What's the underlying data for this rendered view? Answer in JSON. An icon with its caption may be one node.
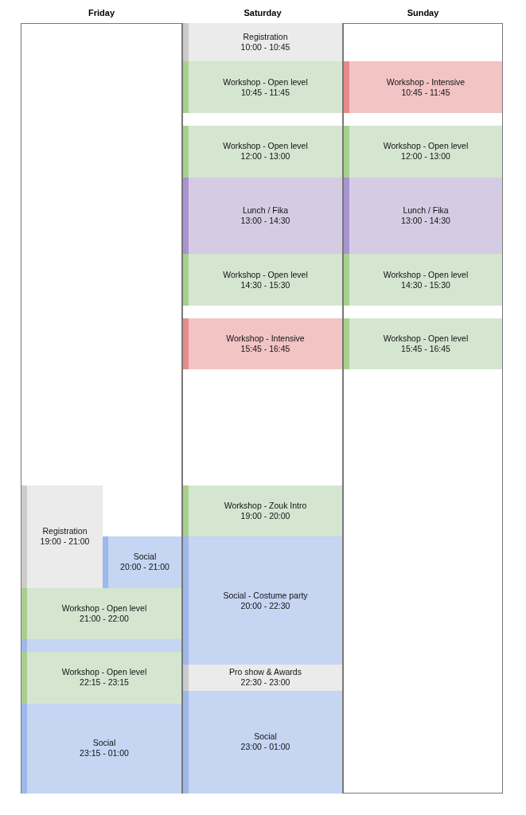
{
  "diagram": {
    "nodes": [
      {
        "text": [
          "Friday"
        ]
      },
      {
        "text": [
          "Registration",
          "19:00 - 21:00"
        ],
        "in": 0
      },
      {
        "text": [
          "Social",
          "20:00 - 21:00"
        ],
        "in": 0
      },
      {
        "text": [
          "Workshop - Open level",
          "21:00 - 22:00"
        ],
        "in": 0
      },
      {
        "text": [],
        "shape": "box",
        "in": 0
      },
      {
        "text": [
          "Workshop - Open level",
          "22:15 - 23:15"
        ],
        "in": 0
      },
      {
        "text": [
          "Social",
          "23:15 - 01:00"
        ],
        "in": 0
      },
      {
        "text": [
          "Saturday"
        ]
      },
      {
        "text": [
          "Registration",
          "10:00 - 10:45"
        ],
        "in": 7
      },
      {
        "text": [
          "Workshop - Open level",
          "10:45 - 11:45"
        ],
        "in": 7
      },
      {
        "text": [
          "Workshop - Open level",
          "12:00 - 13:00"
        ],
        "in": 7
      },
      {
        "text": [
          "Lunch / Fika",
          "13:00 - 14:30"
        ],
        "in": 7
      },
      {
        "text": [
          "Workshop - Open level",
          "14:30 - 15:30"
        ],
        "in": 7
      },
      {
        "text": [
          "Workshop - Intensive",
          "15:45 - 16:45"
        ],
        "in": 7
      },
      {
        "text": [
          "Workshop - Zouk Intro",
          "19:00 - 20:00"
        ],
        "in": 7
      },
      {
        "text": [
          "Social - Costume party",
          "20:00 - 22:30"
        ],
        "in": 7
      },
      {
        "text": [
          "Pro show & Awards",
          "22:30 - 23:00"
        ],
        "in": 7
      },
      {
        "text": [
          "Social",
          "23:00 - 01:00"
        ],
        "in": 7
      },
      {
        "text": [
          "Sunday"
        ]
      },
      {
        "text": [
          "Workshop - Intensive",
          "10:45 - 11:45"
        ],
        "in": 18
      },
      {
        "text": [
          "Workshop - Open level",
          "12:00 - 13:00"
        ],
        "in": 18
      },
      {
        "text": [
          "Lunch / Fika",
          "13:00 - 14:30"
        ],
        "in": 18
      },
      {
        "text": [
          "Workshop - Open level",
          "14:30 - 15:30"
        ],
        "in": 18
      },
      {
        "text": [
          "Workshop - Open level",
          "15:45 - 16:45"
        ],
        "in": 18
      }
    ]
  }
}
